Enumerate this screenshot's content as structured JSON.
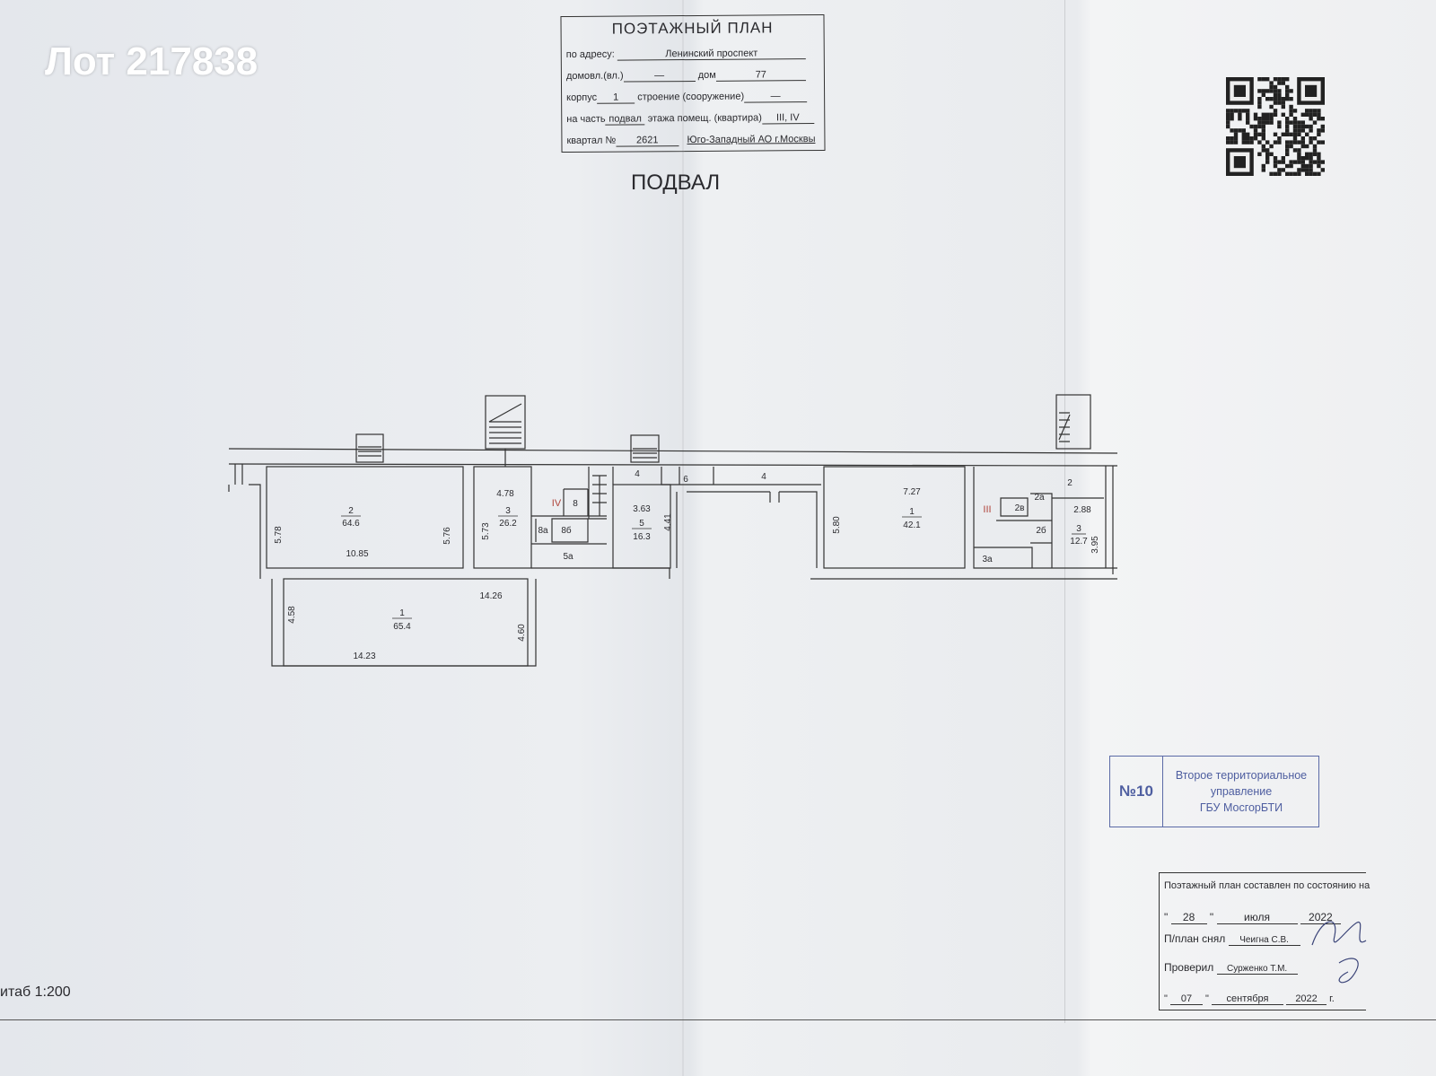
{
  "lot_label": "Лот 217838",
  "title_block": {
    "heading": "ПОЭТАЖНЫЙ ПЛАН",
    "address_label": "по адресу:",
    "address_value": "Ленинский проспект",
    "domovl_label": "домовл.(вл.)",
    "domovl_value": "—",
    "dom_label": "дом",
    "dom_value": "77",
    "korpus_label": "корпус",
    "korpus_value": "1",
    "stroenie_label": "строение (сооружение)",
    "stroenie_value": "—",
    "part_label": "на часть",
    "part_value": "подвал",
    "part_mid": "этажа помещ. (квартира)",
    "apartment_value": "III, IV",
    "kvartal_label": "квартал №",
    "kvartal_value": "2621",
    "district": "Юго-Западный АО г.Москвы"
  },
  "floor_title": "ПОДВАЛ",
  "plan": {
    "rooms": [
      {
        "id": "2",
        "area": "64.6"
      },
      {
        "id": "1",
        "area": "65.4"
      },
      {
        "id": "3",
        "area": "26.2"
      },
      {
        "id": "5",
        "area": "16.3"
      },
      {
        "id": "1",
        "area": "42.1"
      },
      {
        "id": "3",
        "area": "12.7"
      }
    ],
    "dims": [
      "5.78",
      "10.85",
      "5.76",
      "14.26",
      "4.58",
      "4.60",
      "14.23",
      "4.78",
      "5.73",
      "3.63",
      "4.41",
      "7.27",
      "5.80",
      "2.88",
      "3.95"
    ],
    "small_labels": [
      "8",
      "8а",
      "8б",
      "5а",
      "4",
      "6",
      "4",
      "2в",
      "2а",
      "2б",
      "3а",
      "2"
    ],
    "section_labels": [
      "IV",
      "III"
    ]
  },
  "stamp": {
    "number": "№10",
    "line1": "Второе территориальное",
    "line2": "управление",
    "line3": "ГБУ МосгорБТИ"
  },
  "signoff": {
    "state_label": "Поэтажный план составлен по состоянию на",
    "day1": "28",
    "month1": "июля",
    "year1": "2022",
    "taken_label": "П/план снял",
    "taken_by": "Чеигна С.В.",
    "checked_label": "Проверил",
    "checked_by": "Сурженко Т.М.",
    "day2": "07",
    "month2": "сентября",
    "year2": "2022",
    "year_suffix": "г."
  },
  "scale_label": "итаб 1:200"
}
